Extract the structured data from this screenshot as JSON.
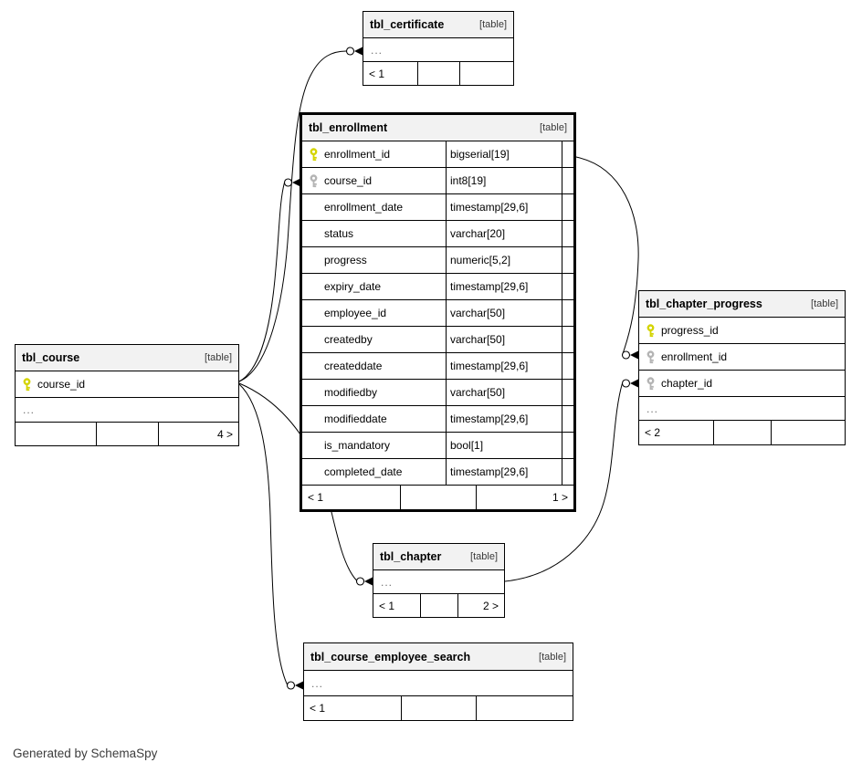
{
  "footer_note": "Generated by SchemaSpy",
  "colors": {
    "header_bg": "#f2f2f2",
    "border": "#000000",
    "primary_key_icon": "#d4d400",
    "foreign_key_icon": "#b4b4b4",
    "ellipsis_text": "#6f6f6f"
  },
  "tables": {
    "certificate": {
      "title": "tbl_certificate",
      "tag": "[table]",
      "ellipsis": "...",
      "footer": [
        "< 1",
        "",
        ""
      ]
    },
    "enrollment": {
      "title": "tbl_enrollment",
      "tag": "[table]",
      "columns": [
        {
          "name": "enrollment_id",
          "type": "bigserial[19]",
          "key": "primary"
        },
        {
          "name": "course_id",
          "type": "int8[19]",
          "key": "foreign"
        },
        {
          "name": "enrollment_date",
          "type": "timestamp[29,6]",
          "key": ""
        },
        {
          "name": "status",
          "type": "varchar[20]",
          "key": ""
        },
        {
          "name": "progress",
          "type": "numeric[5,2]",
          "key": ""
        },
        {
          "name": "expiry_date",
          "type": "timestamp[29,6]",
          "key": ""
        },
        {
          "name": "employee_id",
          "type": "varchar[50]",
          "key": ""
        },
        {
          "name": "createdby",
          "type": "varchar[50]",
          "key": ""
        },
        {
          "name": "createddate",
          "type": "timestamp[29,6]",
          "key": ""
        },
        {
          "name": "modifiedby",
          "type": "varchar[50]",
          "key": ""
        },
        {
          "name": "modifieddate",
          "type": "timestamp[29,6]",
          "key": ""
        },
        {
          "name": "is_mandatory",
          "type": "bool[1]",
          "key": ""
        },
        {
          "name": "completed_date",
          "type": "timestamp[29,6]",
          "key": ""
        }
      ],
      "footer": [
        "< 1",
        "",
        "1 >"
      ]
    },
    "course": {
      "title": "tbl_course",
      "tag": "[table]",
      "columns": [
        {
          "name": "course_id",
          "key": "primary"
        }
      ],
      "ellipsis": "...",
      "footer": [
        "",
        "",
        "4 >"
      ]
    },
    "chapter_progress": {
      "title": "tbl_chapter_progress",
      "tag": "[table]",
      "columns": [
        {
          "name": "progress_id",
          "key": "primary"
        },
        {
          "name": "enrollment_id",
          "key": "foreign"
        },
        {
          "name": "chapter_id",
          "key": "foreign"
        }
      ],
      "ellipsis": "...",
      "footer": [
        "< 2",
        "",
        ""
      ]
    },
    "chapter": {
      "title": "tbl_chapter",
      "tag": "[table]",
      "ellipsis": "...",
      "footer": [
        "< 1",
        "",
        "2 >"
      ]
    },
    "course_employee_search": {
      "title": "tbl_course_employee_search",
      "tag": "[table]",
      "ellipsis": "...",
      "footer": [
        "< 1",
        "",
        ""
      ]
    }
  },
  "relationships": [
    {
      "from": "tbl_course.course_id",
      "to": "tbl_certificate"
    },
    {
      "from": "tbl_course.course_id",
      "to": "tbl_enrollment.course_id"
    },
    {
      "from": "tbl_course.course_id",
      "to": "tbl_chapter"
    },
    {
      "from": "tbl_course.course_id",
      "to": "tbl_course_employee_search"
    },
    {
      "from": "tbl_enrollment.enrollment_id",
      "to": "tbl_chapter_progress.enrollment_id"
    },
    {
      "from": "tbl_chapter",
      "to": "tbl_chapter_progress.chapter_id"
    }
  ]
}
